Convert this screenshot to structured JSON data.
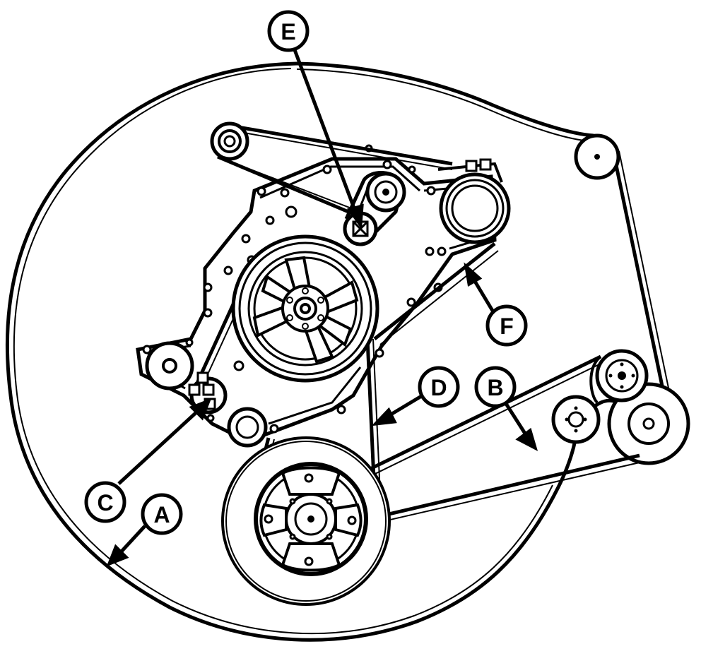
{
  "figure": {
    "callouts": [
      {
        "id": "A",
        "label": "A"
      },
      {
        "id": "B",
        "label": "B"
      },
      {
        "id": "C",
        "label": "C"
      },
      {
        "id": "D",
        "label": "D"
      },
      {
        "id": "E",
        "label": "E"
      },
      {
        "id": "F",
        "label": "F"
      }
    ],
    "colors": {
      "line": "#000000",
      "background": "#ffffff",
      "tint": "#e6e6e6"
    }
  }
}
